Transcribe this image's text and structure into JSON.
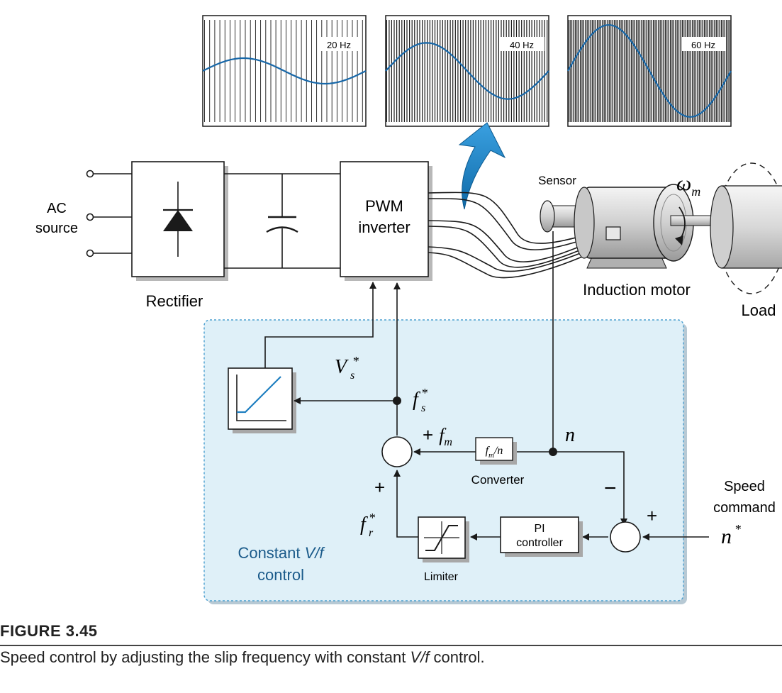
{
  "figure": {
    "number": "FIGURE 3.45",
    "caption_before": "Speed control by adjusting the slip frequency with constant ",
    "caption_vf": "V/f",
    "caption_after": " control."
  },
  "waveforms": [
    {
      "freq_label": "20 Hz",
      "frequency_hz": 20,
      "amplitude": 0.25
    },
    {
      "freq_label": "40 Hz",
      "frequency_hz": 40,
      "amplitude": 0.55
    },
    {
      "freq_label": "60 Hz",
      "frequency_hz": 60,
      "amplitude": 0.9
    }
  ],
  "labels": {
    "ac": "AC",
    "source": "source",
    "rectifier": "Rectifier",
    "pwm": "PWM",
    "inverter": "inverter",
    "sensor": "Sensor",
    "omega": "ω",
    "omega_sub": "m",
    "induction_motor": "Induction motor",
    "load": "Load",
    "vs": "V",
    "vs_sub": "s",
    "star": "*",
    "fs": "f",
    "fs_sub": "s",
    "fm_plus": "+",
    "fm": "f",
    "fm_sub": "m",
    "n": "n",
    "converter_f": "f",
    "converter_sub": "m",
    "converter_n": "/n",
    "converter": "Converter",
    "plus": "+",
    "minus": "−",
    "fr": "f",
    "fr_sub": "r",
    "pi_line1": "PI",
    "pi_line2": "controller",
    "limiter": "Limiter",
    "speed_line1": "Speed",
    "speed_line2": "command",
    "nstar": "n",
    "control_line1_a": "Constant ",
    "control_line1_b": "V/f",
    "control_line2": "control"
  },
  "colors": {
    "accent_blue": "#1f7fc0",
    "wave_blue": "#1767a8",
    "control_bg": "#dff0f8",
    "control_border": "#4a9fd0",
    "control_text": "#1a5a8a",
    "line": "#1a1a1a"
  }
}
